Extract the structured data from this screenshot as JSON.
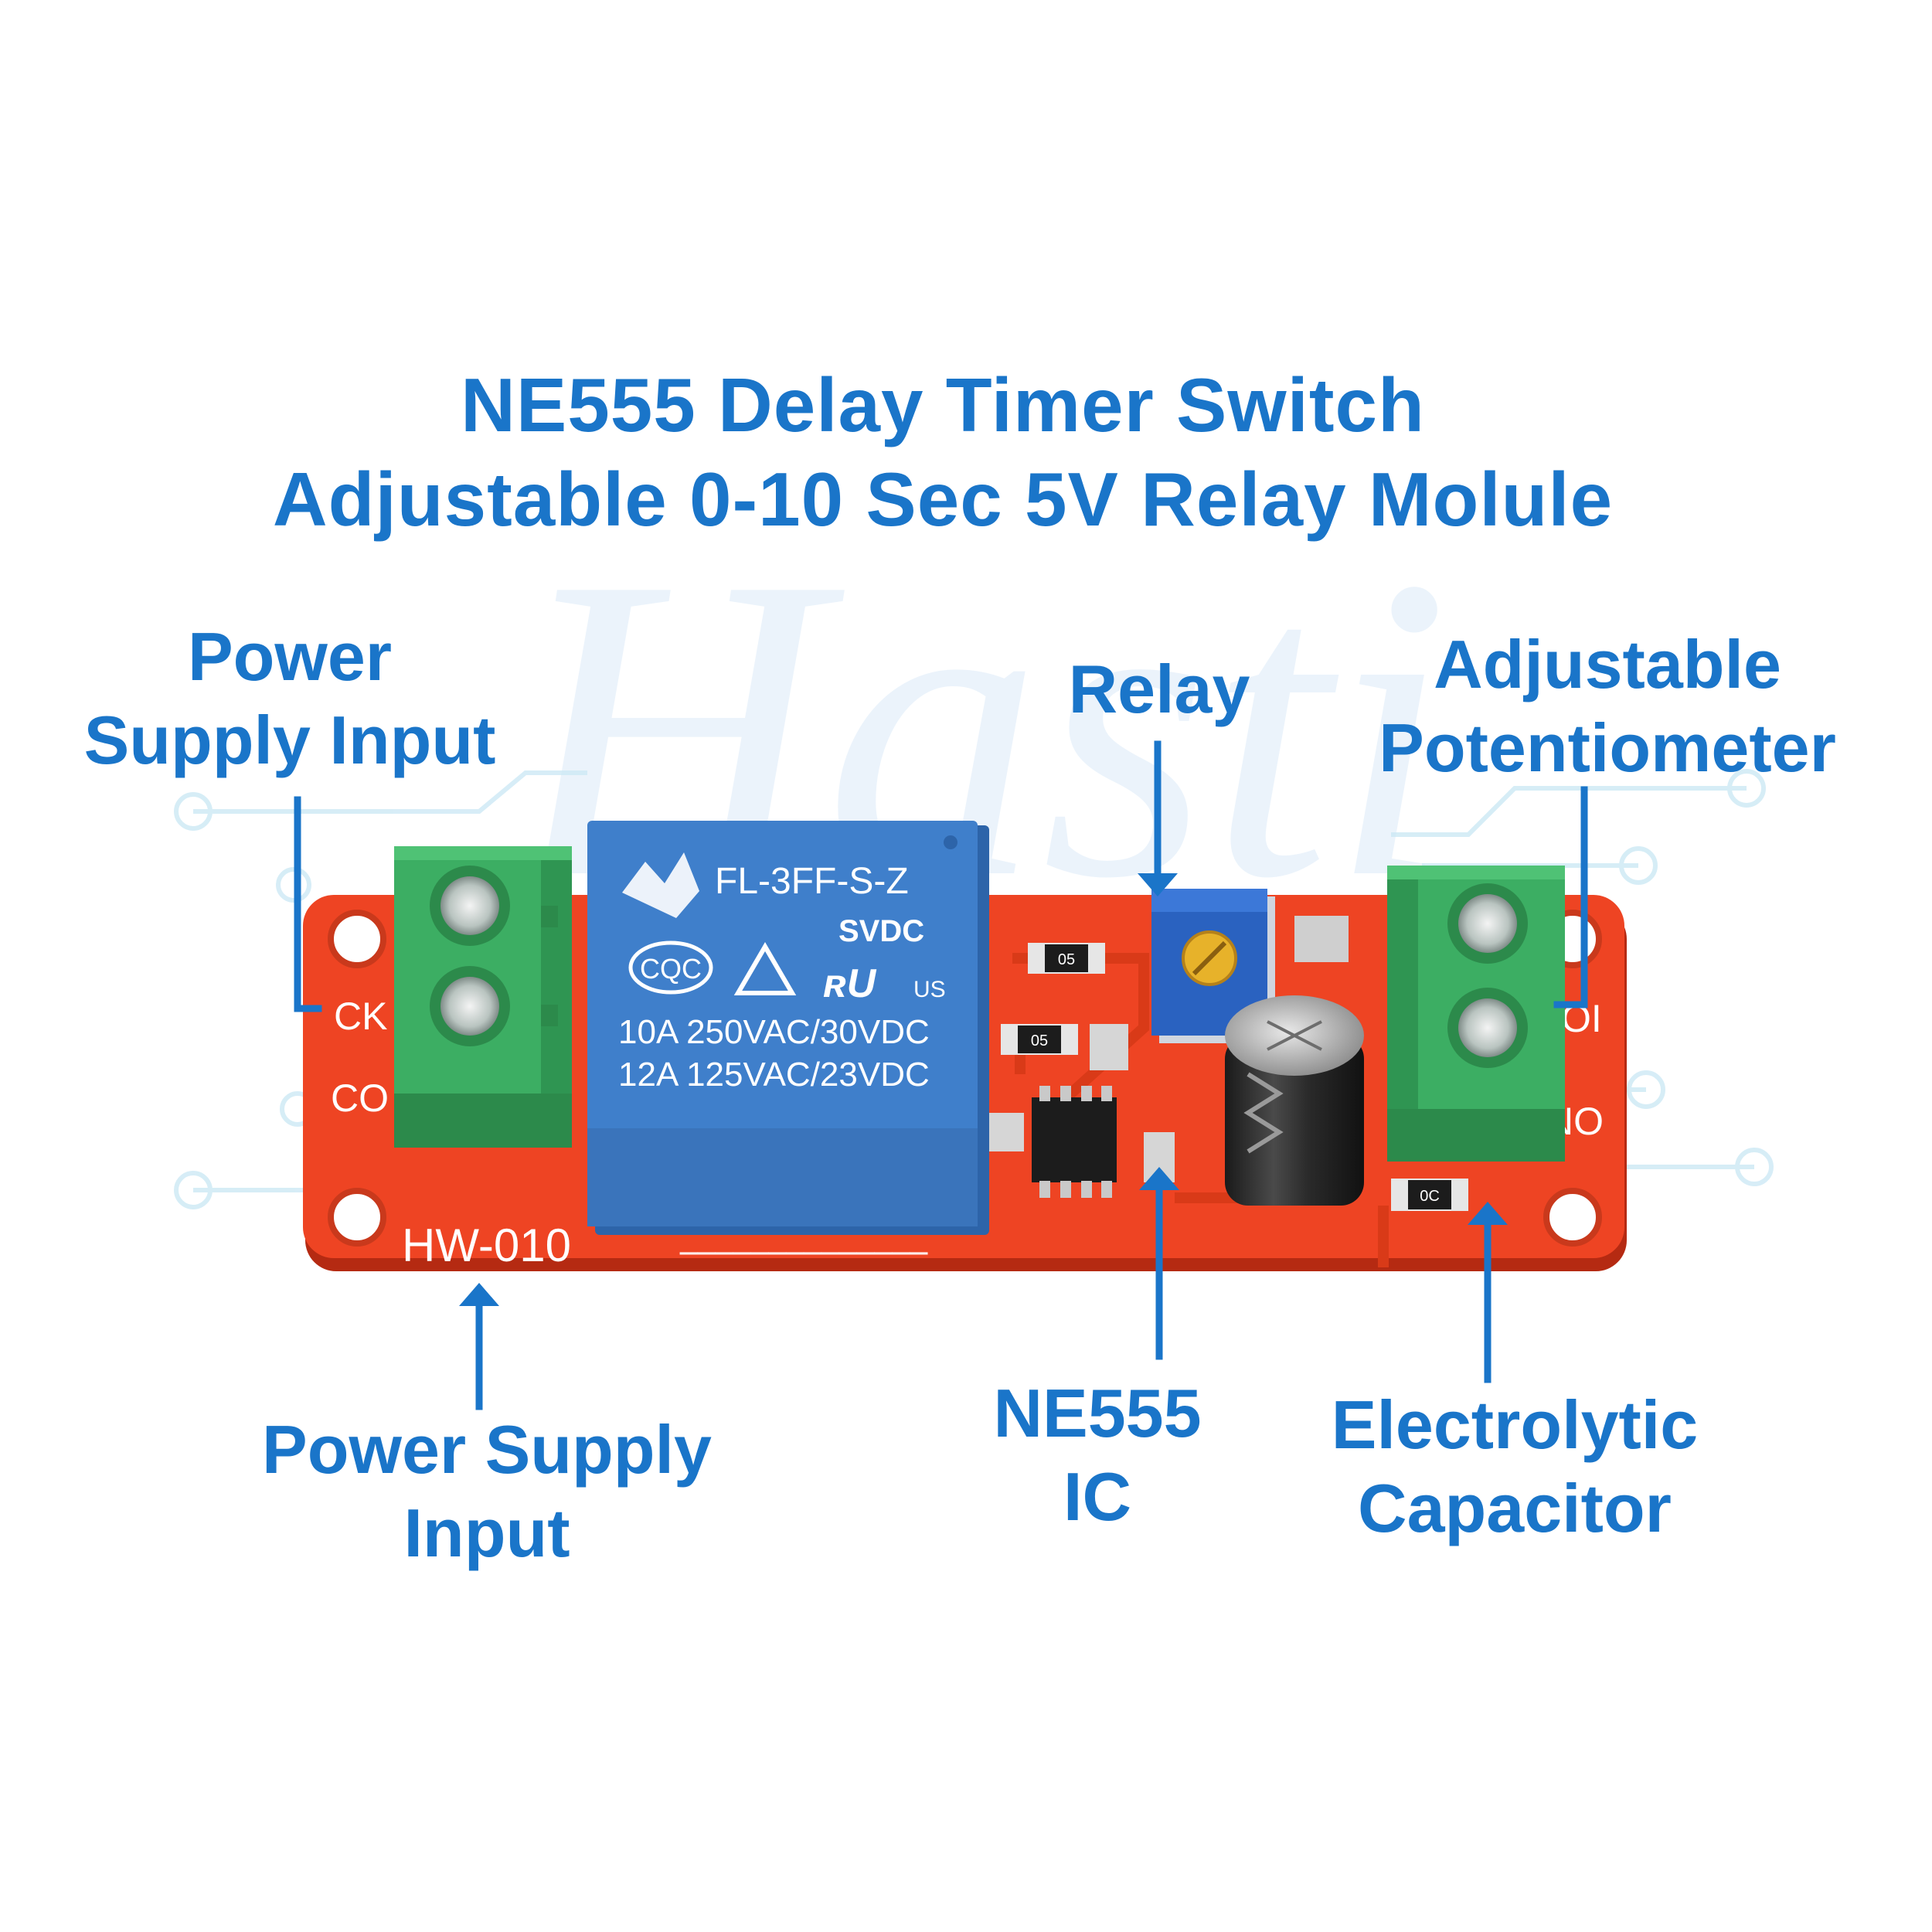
{
  "title": {
    "line1": "NE555 Delay Timer Switch",
    "line2": "Adjustable 0-10 Sec 5V Relay Molule"
  },
  "watermark": "Hasti",
  "labels": {
    "power_top": [
      "Power",
      "Supply Input"
    ],
    "relay": "Relay",
    "potentiometer": [
      "Adjustable",
      "Potentiometer"
    ],
    "power_bottom": [
      "Power Supply",
      "Input"
    ],
    "ic": [
      "NE555",
      "IC"
    ],
    "capacitor": [
      "Electrolytic",
      "Capacitor"
    ]
  },
  "board": {
    "model": "HW-010",
    "left_pins": [
      "CK",
      "CO"
    ],
    "right_pins": [
      "OI",
      "NO"
    ],
    "relay": {
      "model": "FL-3FF-S-Z",
      "voltage": "SVDC",
      "cert_left": "CQC",
      "cert_right": "US",
      "rating1": "10A  250VAC/30VDC",
      "rating2": "12A  125VAC/23VDC"
    },
    "smd_codes": [
      "05",
      "05",
      "0C"
    ]
  },
  "colors": {
    "label_blue": "#1a75c9",
    "pcb_red": "#ee4423",
    "terminal_green": "#3cae63",
    "relay_blue": "#3f7fcb",
    "pot_blue": "#2a62c0"
  }
}
